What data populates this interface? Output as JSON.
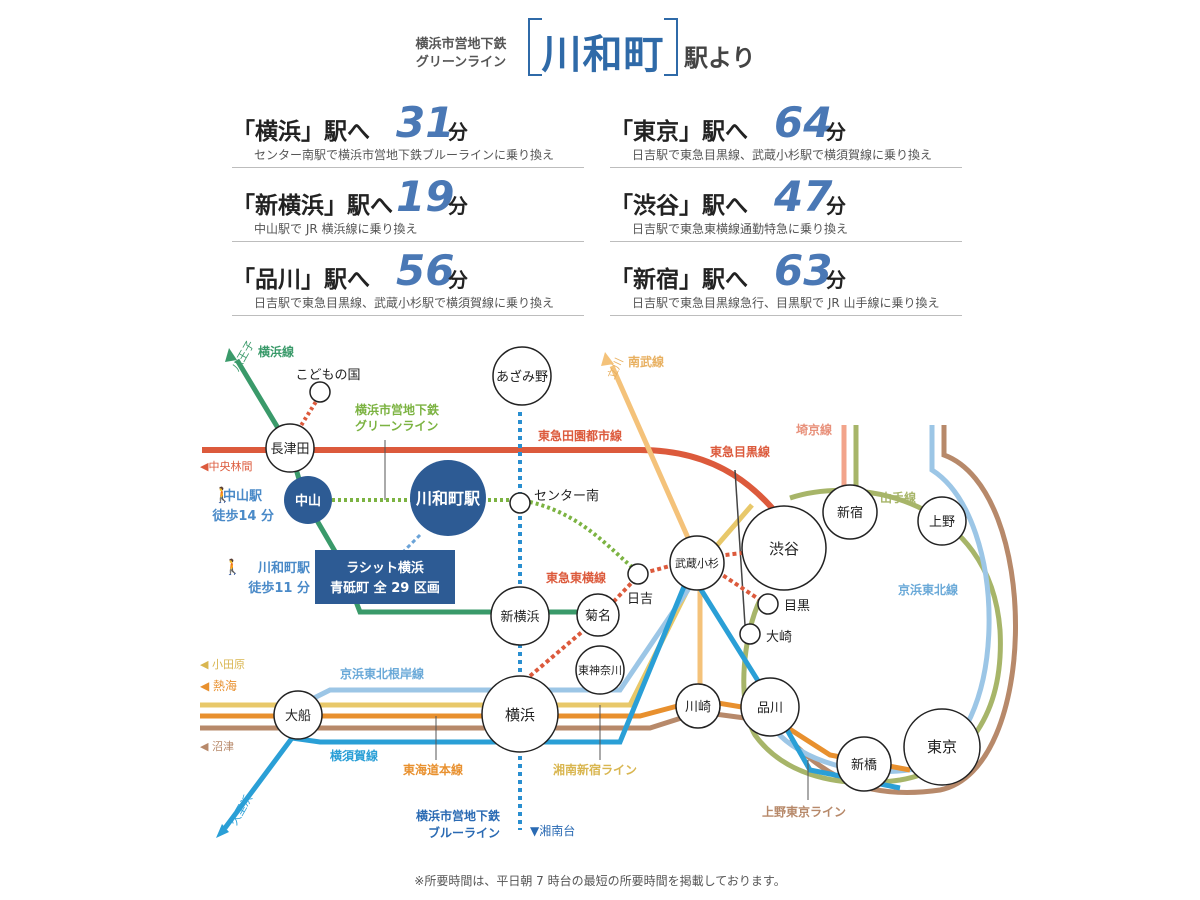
{
  "header": {
    "line_top": "横浜市営地下鉄",
    "line_bottom": "グリーンライン",
    "station": "川和町",
    "suffix": "駅より"
  },
  "times": [
    {
      "dest": "「横浜」駅へ",
      "minutes": "31",
      "unit": "分",
      "route": "センター南駅で横浜市営地下鉄ブルーラインに乗り換え"
    },
    {
      "dest": "「新横浜」駅へ",
      "minutes": "19",
      "unit": "分",
      "route": "中山駅で JR 横浜線に乗り換え"
    },
    {
      "dest": "「品川」駅へ",
      "minutes": "56",
      "unit": "分",
      "route": "日吉駅で東急目黒線、武蔵小杉駅で横須賀線に乗り換え"
    },
    {
      "dest": "「東京」駅へ",
      "minutes": "64",
      "unit": "分",
      "route": "日吉駅で東急目黒線、武蔵小杉駅で横須賀線に乗り換え"
    },
    {
      "dest": "「渋谷」駅へ",
      "minutes": "47",
      "unit": "分",
      "route": "日吉駅で東急東横線通勤特急に乗り換え"
    },
    {
      "dest": "「新宿」駅へ",
      "minutes": "63",
      "unit": "分",
      "route": "日吉駅で東急目黒線急行、目黒駅で JR 山手線に乗り換え"
    }
  ],
  "map": {
    "lines": {
      "yokohama": "横浜線",
      "green_1": "横浜市営地下鉄",
      "green_2": "グリーンライン",
      "denentoshi": "東急田園都市線",
      "nambu": "南武線",
      "meguro": "東急目黒線",
      "saikyo": "埼京線",
      "yamanote": "山手線",
      "keihin_tohoku": "京浜東北線",
      "toyoko": "東急東横線",
      "keihin_negishi": "京浜東北根岸線",
      "yokosuka": "横須賀線",
      "tokaido": "東海道本線",
      "shonan_shinjuku": "湘南新宿ライン",
      "ueno_tokyo": "上野東京ライン",
      "blue_1": "横浜市営地下鉄",
      "blue_2": "ブルーライン"
    },
    "directions": {
      "hachioji": "八王子",
      "tachikawa": "立川",
      "chuo_rinkan": "◀中央林間",
      "odawara": "◀ 小田原",
      "atami": "◀ 熱海",
      "numazu": "◀ 沼津",
      "kurihama": "久里浜",
      "shonandai": "▼湘南台"
    },
    "stations": {
      "kodomonokuni": "こどもの国",
      "nagatsuta": "長津田",
      "nakayama": "中山",
      "kawawacho": "川和町駅",
      "azamino": "あざみ野",
      "center_minami": "センター南",
      "musashikosugi": "武蔵小杉",
      "hiyoshi": "日吉",
      "kikuna": "菊名",
      "shin_yokohama": "新横浜",
      "higashikanagawa": "東神奈川",
      "yokohama": "横浜",
      "ofuna": "大船",
      "kawasaki": "川崎",
      "shinagawa": "品川",
      "shibuya": "渋谷",
      "meguro": "目黒",
      "osaki": "大崎",
      "shinjuku": "新宿",
      "ueno": "上野",
      "shinbashi": "新橋",
      "tokyo": "東京"
    },
    "walk": {
      "nakayama_1": "中山駅",
      "nakayama_2": "徒歩14 分",
      "kawawa_1": "川和町駅",
      "kawawa_2": "徒歩11 分"
    },
    "property": {
      "line1": "ラシット横浜",
      "line2": "青砥町 全 29 区画"
    }
  },
  "note": "※所要時間は、平日朝 7 時台の最短の所要時間を掲載しております。",
  "colors": {
    "accent": "#2f6aa8",
    "minutes": "#4a78b5",
    "yokohama_line": "#3a9a6a",
    "green_line": "#7cb342",
    "denentoshi": "#dc5a3c",
    "nambu": "#f4c27a",
    "saikyo": "#f2a48b",
    "yamanote": "#a7b569",
    "keihin_tohoku": "#9cc6e6",
    "yokosuka": "#2a9fd6",
    "tokaido": "#e8902e",
    "shonan": "#e8c86a",
    "ueno_tokyo": "#b7896a",
    "blue_line": "#2a8fd0"
  }
}
